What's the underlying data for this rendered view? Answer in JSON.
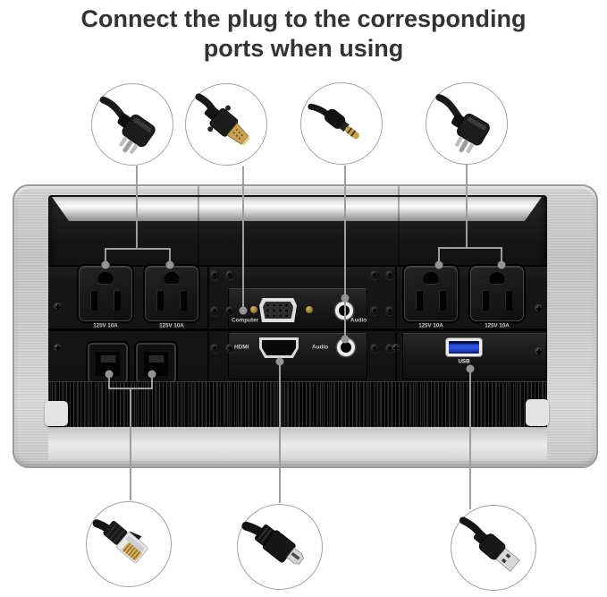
{
  "title": {
    "line1": "Connect the plug to the corresponding",
    "line2": "ports when using"
  },
  "box": {
    "outlets": [
      {
        "label": "125V 10A"
      },
      {
        "label": "125V 10A"
      },
      {
        "label": "125V 10A"
      },
      {
        "label": "125V 10A"
      }
    ],
    "ports": {
      "computer_label": "Computer",
      "audio_top_label": "Audio",
      "hdmi_label": "HDMI",
      "audio_bottom_label": "Audio",
      "usb_label": "USB"
    }
  },
  "callouts": {
    "top": [
      {
        "name": "power-plug"
      },
      {
        "name": "vga-connector"
      },
      {
        "name": "audio-plug"
      },
      {
        "name": "power-plug"
      }
    ],
    "bottom": [
      {
        "name": "ethernet-connector"
      },
      {
        "name": "hdmi-connector"
      },
      {
        "name": "usb-connector"
      }
    ]
  },
  "colors": {
    "callout_line": "#9d9d9d",
    "usb_blue": "#2a4fdc",
    "gold": "#c9a355",
    "frame_silver": "#cccccc",
    "panel_black": "#141414"
  }
}
